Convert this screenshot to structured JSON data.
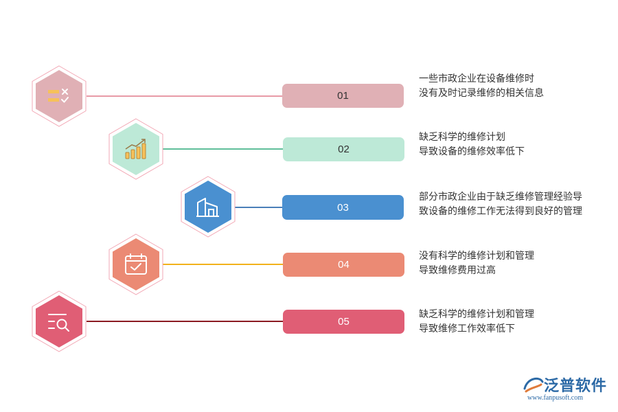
{
  "items": [
    {
      "number": "01",
      "lines": [
        "一些市政企业在设备维修时",
        "没有及时记录维修的相关信息"
      ],
      "icon": "checklist-icon",
      "color": "#e0b0b5",
      "line_color": "#e89aa6",
      "text_color": "#333333"
    },
    {
      "number": "02",
      "lines": [
        "缺乏科学的维修计划",
        "导致设备的维修效率低下"
      ],
      "icon": "growth-chart-icon",
      "color": "#bde9d7",
      "line_color": "#5fbf9a",
      "text_color": "#333333"
    },
    {
      "number": "03",
      "lines": [
        "部分市政企业由于缺乏维修管理经验导",
        "致设备的维修工作无法得到良好的管理"
      ],
      "icon": "building-icon",
      "color": "#4a90d0",
      "line_color": "#4a7fb8",
      "text_color": "#ffffff"
    },
    {
      "number": "04",
      "lines": [
        "没有科学的维修计划和管理",
        "导致维修费用过高"
      ],
      "icon": "calendar-check-icon",
      "color": "#eb8a74",
      "line_color": "#f2b21c",
      "text_color": "#ffffff"
    },
    {
      "number": "05",
      "lines": [
        "缺乏科学的维修计划和管理",
        "导致维修工作效率低下"
      ],
      "icon": "search-list-icon",
      "color": "#e05e75",
      "line_color": "#8b1a22",
      "text_color": "#ffffff"
    }
  ],
  "logo": {
    "name": "泛普软件",
    "url": "www.fanpusoft.com"
  }
}
